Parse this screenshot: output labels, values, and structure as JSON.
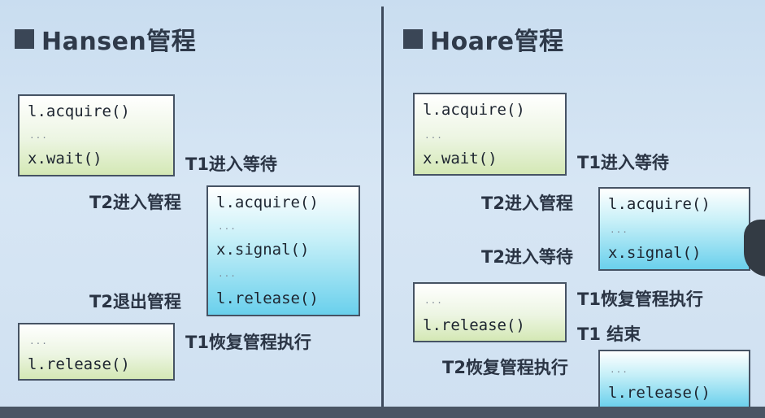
{
  "left": {
    "title": "Hansen管程",
    "box1": {
      "line1": "l.acquire()",
      "dots": "...",
      "line2": "x.wait()"
    },
    "box2": {
      "line1": "l.acquire()",
      "dots1": "...",
      "line2": "x.signal()",
      "dots2": "...",
      "line3": "l.release()"
    },
    "box3": {
      "dots": "...",
      "line1": "l.release()"
    },
    "labels": {
      "t1_wait": "T1进入等待",
      "t2_enter": "T2进入管程",
      "t2_exit": "T2退出管程",
      "t1_resume": "T1恢复管程执行"
    }
  },
  "right": {
    "title": "Hoare管程",
    "box1": {
      "line1": "l.acquire()",
      "dots": "...",
      "line2": "x.wait()"
    },
    "box2": {
      "line1": "l.acquire()",
      "dots": "...",
      "line2": "x.signal()"
    },
    "box3": {
      "dots": "...",
      "line1": "l.release()"
    },
    "box4": {
      "dots": "...",
      "line1": "l.release()"
    },
    "labels": {
      "t1_wait": "T1进入等待",
      "t2_enter": "T2进入管程",
      "t2_wait": "T2进入等待",
      "t1_resume": "T1恢复管程执行",
      "t1_end": "T1 结束",
      "t2_resume": "T2恢复管程执行"
    }
  },
  "colors": {
    "green_box": "#d4e8b5",
    "blue_box": "#6ad0ec",
    "border": "#465364",
    "divider": "#3d4a5c"
  }
}
